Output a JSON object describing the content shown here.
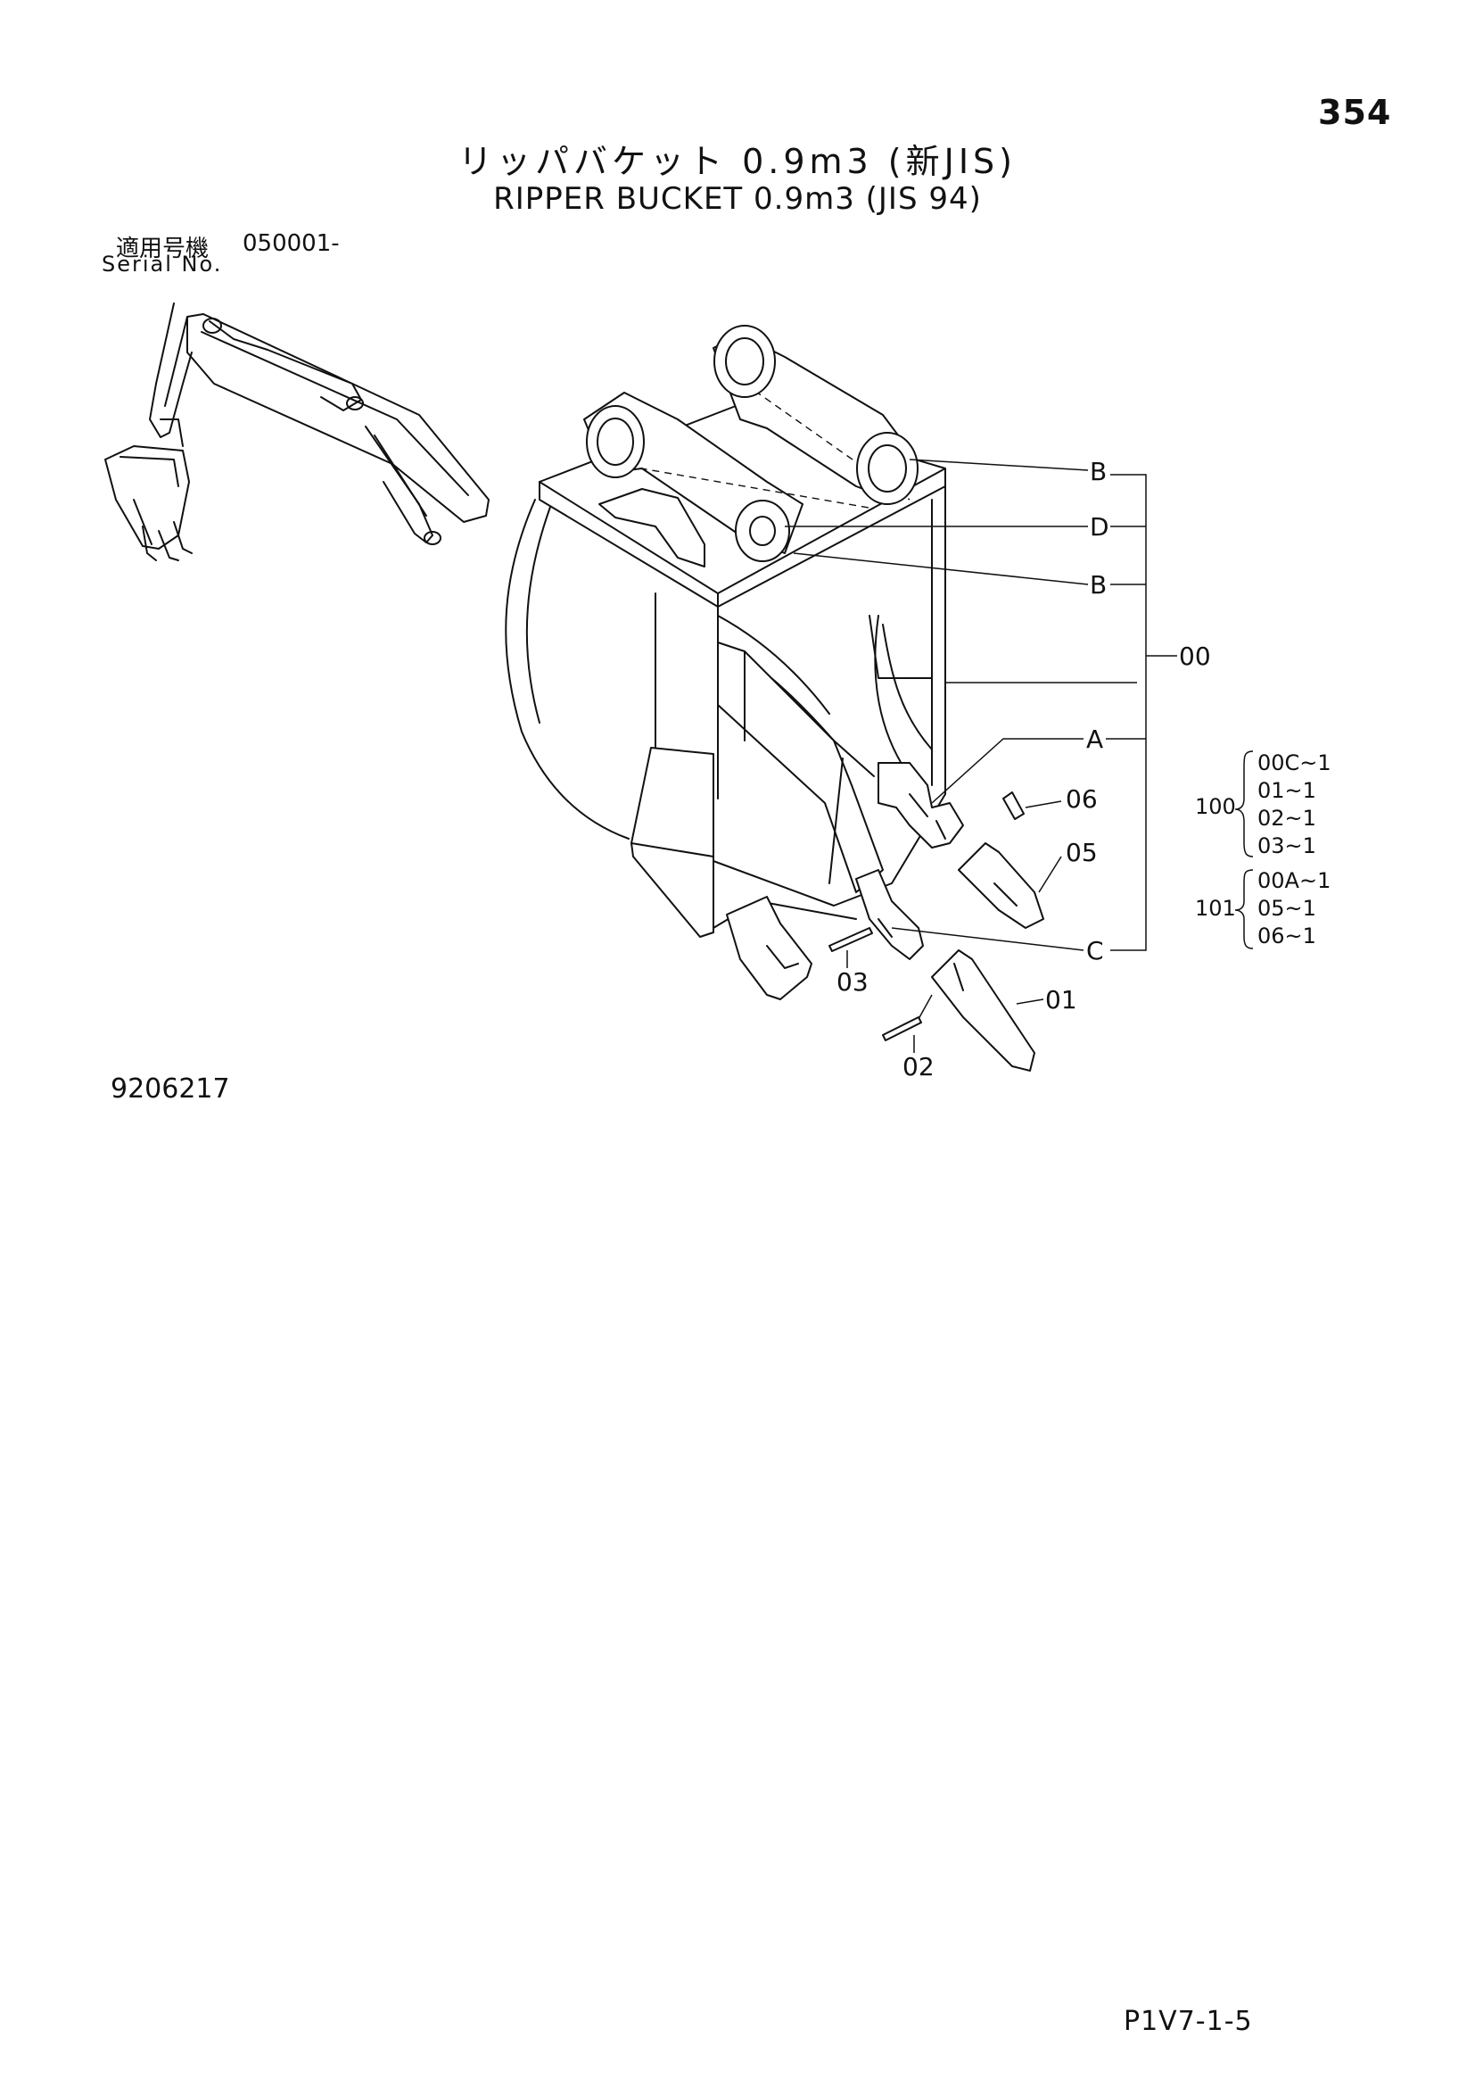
{
  "page": {
    "number": "354",
    "title_jp": "リッパバケット 0.9m3 (新JIS)",
    "title_en": "RIPPER BUCKET 0.9m3 (JIS 94)",
    "serial_label_jp": "適用号機",
    "serial_label_en": "Serial No.",
    "serial_value": "050001-",
    "drawing_number": "9206217",
    "footer_code": "P1V7-1-5"
  },
  "callouts": {
    "B_top": "B",
    "D": "D",
    "B_mid": "B",
    "A": "A",
    "C": "C",
    "assembly": "00",
    "p06": "06",
    "p05": "05",
    "p03": "03",
    "p01": "01",
    "p02": "02"
  },
  "kits": [
    {
      "number": "100",
      "items": [
        "00C~1",
        "01~1",
        "02~1",
        "03~1"
      ]
    },
    {
      "number": "101",
      "items": [
        "00A~1",
        "05~1",
        "06~1"
      ]
    }
  ]
}
